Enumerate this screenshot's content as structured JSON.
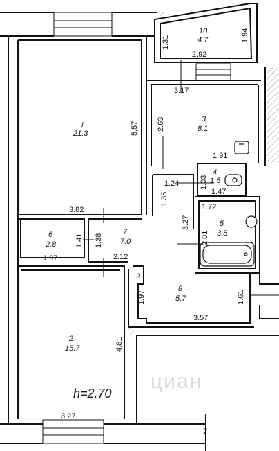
{
  "rooms": [
    {
      "id": "r1",
      "number": "1",
      "area": "21.3"
    },
    {
      "id": "r2",
      "number": "2",
      "area": "15.7"
    },
    {
      "id": "r3",
      "number": "3",
      "area": "8.1"
    },
    {
      "id": "r4",
      "number": "4",
      "area": "1.5"
    },
    {
      "id": "r5",
      "number": "5",
      "area": "3.5"
    },
    {
      "id": "r6",
      "number": "6",
      "area": "2.8"
    },
    {
      "id": "r7",
      "number": "7",
      "area": "7.0"
    },
    {
      "id": "r8",
      "number": "8",
      "area": "5.7"
    },
    {
      "id": "r9",
      "number": "9",
      "area": ""
    },
    {
      "id": "r10",
      "number": "10",
      "area": "4.7"
    }
  ],
  "dimensions": [
    {
      "id": "d_10_h1",
      "text": "1.31"
    },
    {
      "id": "d_10_h2",
      "text": "1.94"
    },
    {
      "id": "d_10_w",
      "text": "2.92"
    },
    {
      "id": "d_3_top",
      "text": "3.17"
    },
    {
      "id": "d_3_h",
      "text": "2.63"
    },
    {
      "id": "d_3_bot",
      "text": "1.91"
    },
    {
      "id": "d_1_h",
      "text": "5.57"
    },
    {
      "id": "d_1_w",
      "text": "3.82"
    },
    {
      "id": "d_4_w",
      "text": "1.24"
    },
    {
      "id": "d_4_h",
      "text": "1.03"
    },
    {
      "id": "d_4_w2",
      "text": "1.47"
    },
    {
      "id": "d_c_h",
      "text": "1.35"
    },
    {
      "id": "d_5_w",
      "text": "1.72"
    },
    {
      "id": "d_5_h",
      "text": "3.27"
    },
    {
      "id": "d_5_h2",
      "text": "2.01"
    },
    {
      "id": "d_6_h",
      "text": "1.41"
    },
    {
      "id": "d_7_h",
      "text": "1.38"
    },
    {
      "id": "d_6_w",
      "text": "1.97"
    },
    {
      "id": "d_7_w",
      "text": "2.12"
    },
    {
      "id": "d_8_h",
      "text": "1.97"
    },
    {
      "id": "d_8_w",
      "text": "3.57"
    },
    {
      "id": "d_8_h2",
      "text": "1.61"
    },
    {
      "id": "d_2_h",
      "text": "4.81"
    },
    {
      "id": "d_2_w",
      "text": "3.27"
    }
  ],
  "ceiling_height": "h=2.70",
  "watermark": "циан",
  "edge_mark": "7"
}
